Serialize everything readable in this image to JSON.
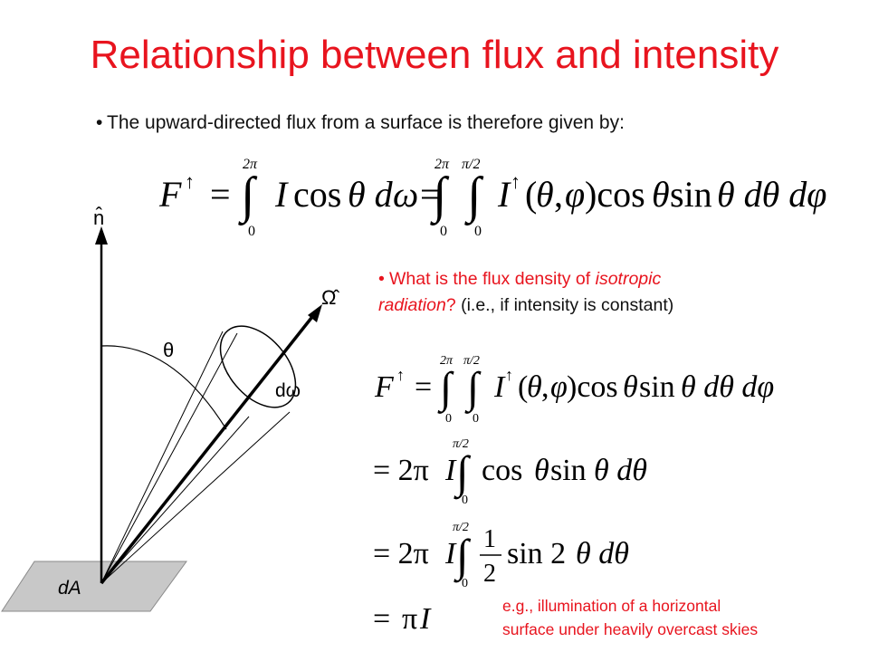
{
  "title": "Relationship between flux and intensity",
  "bullet1": "The upward-directed flux from a surface is therefore given by:",
  "bullet2": {
    "q1": "What is the flux density of ",
    "q_italic1": "isotropic",
    "q_italic2": "radiation",
    "q2": "? ",
    "q3": "(i.e., if intensity is constant)"
  },
  "note": {
    "line1": "e.g., illumination of a horizontal",
    "line2": "surface under heavily overcast skies"
  },
  "diagram": {
    "normal_label": "n̂",
    "direction_label": "Ω̂",
    "angle_label": "θ",
    "solid_angle_label": "dω",
    "area_label": "dA"
  },
  "equations": {
    "eq_main": "F↑ = ∫₀^{2π} I cosθ dω = ∫₀^{2π} ∫₀^{π/2} I↑(θ,φ) cosθ sinθ dθ dφ",
    "eq_iso_1": "F↑ = ∫₀^{2π} ∫₀^{π/2} I↑(θ,φ) cosθ sinθ dθ dφ",
    "eq_iso_2": "= 2π I ∫₀^{π/2} cosθ sinθ dθ",
    "eq_iso_3": "= 2π I ∫₀^{π/2} 1/2 sin 2θ dθ",
    "eq_iso_4": "= πI"
  }
}
